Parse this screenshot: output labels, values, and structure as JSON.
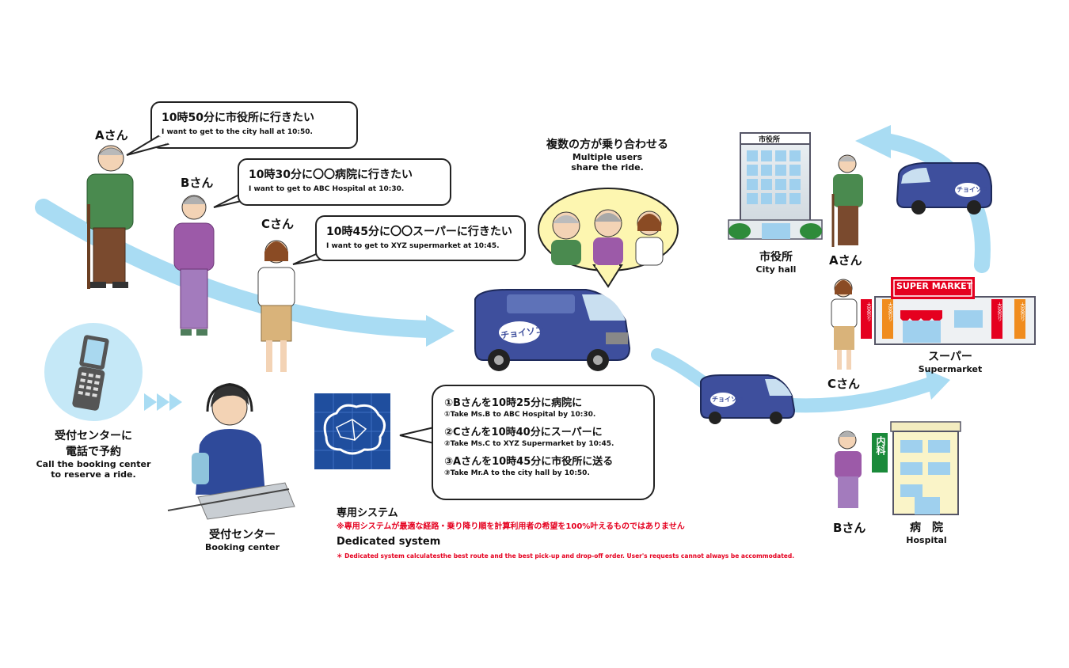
{
  "speech": {
    "a": {
      "jp": "10時50分に市役所に行きたい",
      "en": "I want to get to the city hall at 10:50."
    },
    "b": {
      "jp": "10時30分に〇〇病院に行きたい",
      "en": "I want to get to ABC Hospital at 10:30."
    },
    "c": {
      "jp": "10時45分に〇〇スーパーに行きたい",
      "en": "I want to get to XYZ supermarket at 10:45."
    }
  },
  "persons": {
    "a": "Aさん",
    "b": "Bさん",
    "c": "Cさん"
  },
  "share": {
    "jp": "複数の方が乗り合わせる",
    "en1": "Multiple users",
    "en2": "share the ride."
  },
  "phone": {
    "jp1": "受付センターに",
    "jp2": "電話で予約",
    "en1": "Call the booking center",
    "en2": "to reserve a ride."
  },
  "booking": {
    "jp": "受付センター",
    "en": "Booking center"
  },
  "instructions": [
    {
      "jp": "①Bさんを10時25分に病院に",
      "en": "①Take Ms.B to ABC Hospital by 10:30."
    },
    {
      "jp": "②Cさんを10時40分にスーパーに",
      "en": "②Take Ms.C to XYZ Supermarket by 10:45."
    },
    {
      "jp": "③Aさんを10時45分に市役所に送る",
      "en": "③Take Mr.A to the city hall by 10:50."
    }
  ],
  "system": {
    "jp_title": "専用システム",
    "jp_note": "※専用システムが最適な経路・乗り降り順を計算利用者の希望を100%叶えるものではありません",
    "en_title": "Dedicated system",
    "en_note": "＊ Dedicated system calculatesthe best route and the best pick-up and drop-off order. User's requests cannot always be accommodated."
  },
  "van_logo": "チョイソコ",
  "city_hall": {
    "sign": "市役所",
    "jp": "市役所",
    "en": "City hall"
  },
  "supermarket": {
    "sign": "SUPER MARKET",
    "jp": "スーパー",
    "en": "Supermarket",
    "banner": "大安売り"
  },
  "hospital": {
    "sign": "内科",
    "jp": "病　院",
    "en": "Hospital"
  },
  "colors": {
    "arrow": "#a9dcf3",
    "van": "#3e4f9d",
    "red": "#e5001f",
    "bubble_fill": "#fdf6b0"
  }
}
